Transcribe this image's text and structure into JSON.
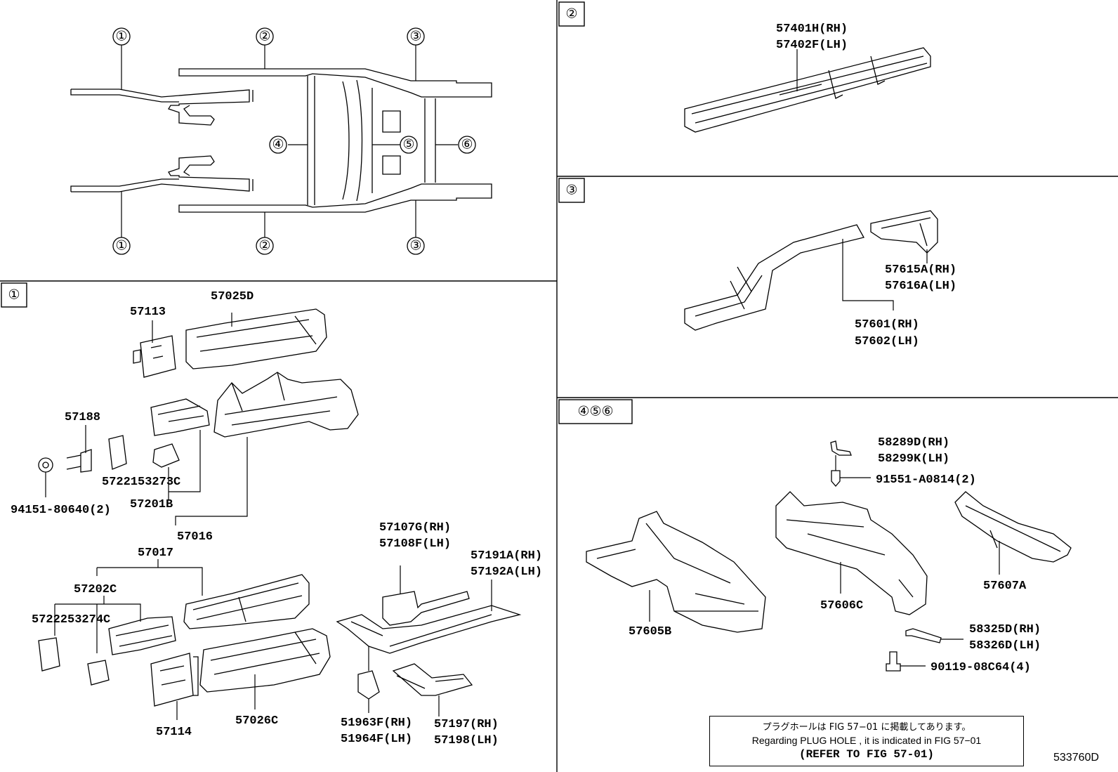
{
  "overview": {
    "markers": [
      "①",
      "②",
      "③",
      "④",
      "⑤",
      "⑥"
    ]
  },
  "sections": {
    "s1": {
      "badge": "①"
    },
    "s2": {
      "badge": "②"
    },
    "s3": {
      "badge": "③"
    },
    "s456": {
      "badge": "④⑤⑥"
    }
  },
  "parts": {
    "p57113": "57113",
    "p57025D": "57025D",
    "p57188": "57188",
    "p57221_53273C": "5722153273C",
    "p94151": "94151-80640(2)",
    "p57201B": "57201B",
    "p57016": "57016",
    "p57017": "57017",
    "p57202C": "57202C",
    "p57222_53274C": "5722253274C",
    "p57114": "57114",
    "p57026C": "57026C",
    "p57107G": "57107G(RH)",
    "p57108F": "57108F(LH)",
    "p57191A": "57191A(RH)",
    "p57192A": "57192A(LH)",
    "p51963F": "51963F(RH)",
    "p51964F": "51964F(LH)",
    "p57197": "57197(RH)",
    "p57198": "57198(LH)",
    "p57401H": "57401H(RH)",
    "p57402F": "57402F(LH)",
    "p57615A": "57615A(RH)",
    "p57616A": "57616A(LH)",
    "p57601": "57601(RH)",
    "p57602": "57602(LH)",
    "p58289D": "58289D(RH)",
    "p58299K": "58299K(LH)",
    "p91551": "91551-A0814(2)",
    "p57605B": "57605B",
    "p57606C": "57606C",
    "p57607A": "57607A",
    "p58325D": "58325D(RH)",
    "p58326D": "58326D(LH)",
    "p90119": "90119-08C64(4)"
  },
  "note": {
    "jp": "プラグホールは FIG 57−01 に掲載してあります。",
    "en": "Regarding  PLUG  HOLE , it is indicated in FIG  57−01",
    "ref": "(REFER TO FIG 57-01)"
  },
  "figure_id": "533760D"
}
